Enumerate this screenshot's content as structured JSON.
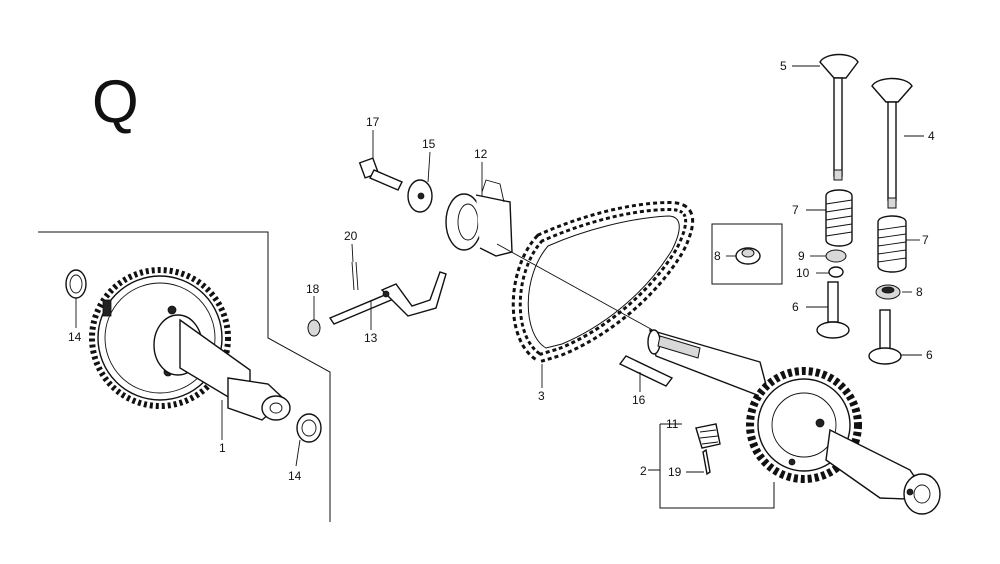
{
  "section_letter": "Q",
  "callouts": [
    {
      "id": "c1",
      "text": "1"
    },
    {
      "id": "c2",
      "text": "2"
    },
    {
      "id": "c3",
      "text": "3"
    },
    {
      "id": "c4",
      "text": "4"
    },
    {
      "id": "c5",
      "text": "5"
    },
    {
      "id": "c6a",
      "text": "6"
    },
    {
      "id": "c6b",
      "text": "6"
    },
    {
      "id": "c7a",
      "text": "7"
    },
    {
      "id": "c7b",
      "text": "7"
    },
    {
      "id": "c8a",
      "text": "8"
    },
    {
      "id": "c8b",
      "text": "8"
    },
    {
      "id": "c9",
      "text": "9"
    },
    {
      "id": "c10",
      "text": "10"
    },
    {
      "id": "c11",
      "text": "11"
    },
    {
      "id": "c12",
      "text": "12"
    },
    {
      "id": "c13",
      "text": "13"
    },
    {
      "id": "c14a",
      "text": "14"
    },
    {
      "id": "c14b",
      "text": "14"
    },
    {
      "id": "c15",
      "text": "15"
    },
    {
      "id": "c16",
      "text": "16"
    },
    {
      "id": "c17",
      "text": "17"
    },
    {
      "id": "c18",
      "text": "18"
    },
    {
      "id": "c19",
      "text": "19"
    },
    {
      "id": "c20",
      "text": "20"
    }
  ]
}
